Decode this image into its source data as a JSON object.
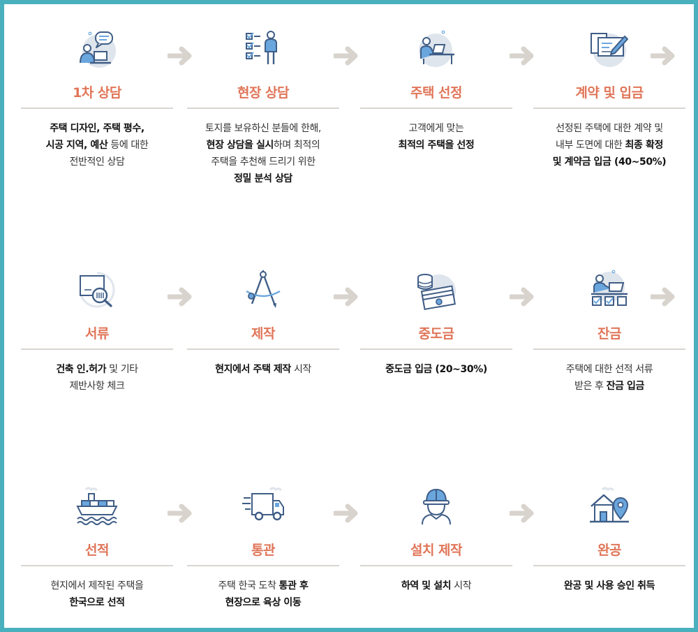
{
  "colors": {
    "frame": "#4bb0bd",
    "accent": "#e07558",
    "icon_line": "#3f5d86",
    "icon_blue": "#6aa6de",
    "arrow": "#d8d3cd"
  },
  "rows": [
    [
      {
        "icon": "consultation-chat-icon",
        "title": "1차 상담",
        "lines": [
          [
            {
              "t": "주택 디자인, 주택 평수,",
              "b": true
            }
          ],
          [
            {
              "t": "시공 지역, 예산",
              "b": true
            },
            {
              "t": " 등에 대한",
              "b": false
            }
          ],
          [
            {
              "t": "전반적인 상담",
              "b": false
            }
          ]
        ]
      },
      {
        "icon": "checklist-person-icon",
        "title": "현장 상담",
        "lines": [
          [
            {
              "t": "토지를 보유하신 분들에 한해,",
              "b": false
            }
          ],
          [
            {
              "t": "현장 상담을 실시",
              "b": true
            },
            {
              "t": "하며 최적의",
              "b": false
            }
          ],
          [
            {
              "t": "주택을 추천해 드리기 위한",
              "b": false
            }
          ],
          [
            {
              "t": "정밀 분석 상담",
              "b": true
            }
          ]
        ]
      },
      {
        "icon": "laptop-desk-person-icon",
        "title": "주택 선정",
        "lines": [
          [
            {
              "t": "고객에게 맞는",
              "b": false
            }
          ],
          [
            {
              "t": "최적의 주택을 선정",
              "b": true
            }
          ]
        ]
      },
      {
        "icon": "contract-sign-icon",
        "title": "계약 및 입금",
        "lines": [
          [
            {
              "t": "선정된 주택에 대한 계약 및",
              "b": false
            }
          ],
          [
            {
              "t": "내부 도면에 대한 ",
              "b": false
            },
            {
              "t": "최종 확정",
              "b": true
            }
          ],
          [
            {
              "t": "및 계약금 입금 (40~50%)",
              "b": true
            }
          ]
        ]
      }
    ],
    [
      {
        "icon": "document-search-icon",
        "title": "서류",
        "lines": [
          [
            {
              "t": "건축 인.허가",
              "b": true
            },
            {
              "t": " 및 기타",
              "b": false
            }
          ],
          [
            {
              "t": "제반사항 체크",
              "b": false
            }
          ]
        ]
      },
      {
        "icon": "compass-drafting-icon",
        "title": "제작",
        "lines": [
          [
            {
              "t": "현지에서 주택 제작",
              "b": true
            },
            {
              "t": " 시작",
              "b": false
            }
          ]
        ]
      },
      {
        "icon": "money-stack-icon",
        "title": "중도금",
        "lines": [
          [
            {
              "t": "중도금 입금 (20~30%)",
              "b": true
            }
          ]
        ]
      },
      {
        "icon": "checklist-review-person-icon",
        "title": "잔금",
        "lines": [
          [
            {
              "t": "주택에 대한 선적 서류",
              "b": false
            }
          ],
          [
            {
              "t": "받은 후 ",
              "b": false
            },
            {
              "t": "잔금 입금",
              "b": true
            }
          ]
        ]
      }
    ],
    [
      {
        "icon": "cargo-ship-icon",
        "title": "선적",
        "lines": [
          [
            {
              "t": "현지에서 제작된 주택을",
              "b": false
            }
          ],
          [
            {
              "t": "한국으로 선적",
              "b": true
            }
          ]
        ]
      },
      {
        "icon": "delivery-truck-icon",
        "title": "통관",
        "lines": [
          [
            {
              "t": "주택 한국 도착 ",
              "b": false
            },
            {
              "t": "통관 후",
              "b": true
            }
          ],
          [
            {
              "t": "현장으로 육상 이동",
              "b": true
            }
          ]
        ]
      },
      {
        "icon": "worker-hardhat-icon",
        "title": "설치 제작",
        "lines": [
          [
            {
              "t": "하역 및 설치",
              "b": true
            },
            {
              "t": " 시작",
              "b": false
            }
          ]
        ]
      },
      {
        "icon": "house-location-icon",
        "title": "완공",
        "lines": [
          [
            {
              "t": "완공 및 사용 승인 취득",
              "b": true
            }
          ]
        ]
      }
    ]
  ]
}
